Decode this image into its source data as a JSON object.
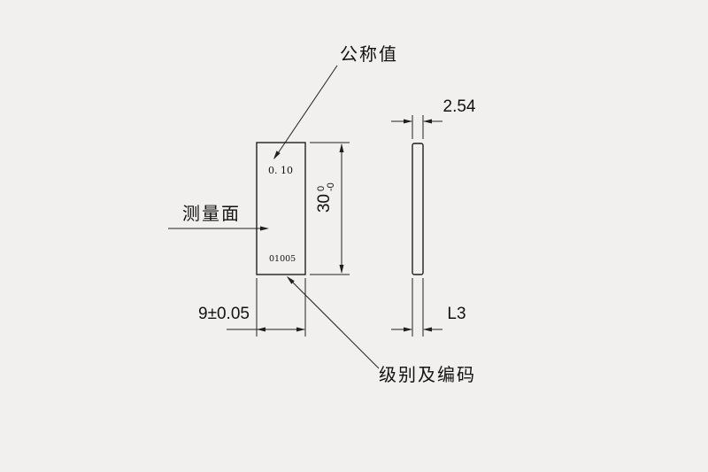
{
  "colors": {
    "background": "#f1f0ee",
    "block_fill": "#e7e5e2",
    "line": "#1f1f1f"
  },
  "labels": {
    "nominal": "公称值",
    "measuring_face": "测量面",
    "grade_and_code": "级别及编码"
  },
  "front_view": {
    "marking_nominal": "0. 10",
    "marking_serial": "01005"
  },
  "dimensions": {
    "height_value": "30",
    "height_tol_upper": "0",
    "height_tol_lower": "-0",
    "width": "9±0.05",
    "thickness": "2.54",
    "side_length": "L3"
  }
}
